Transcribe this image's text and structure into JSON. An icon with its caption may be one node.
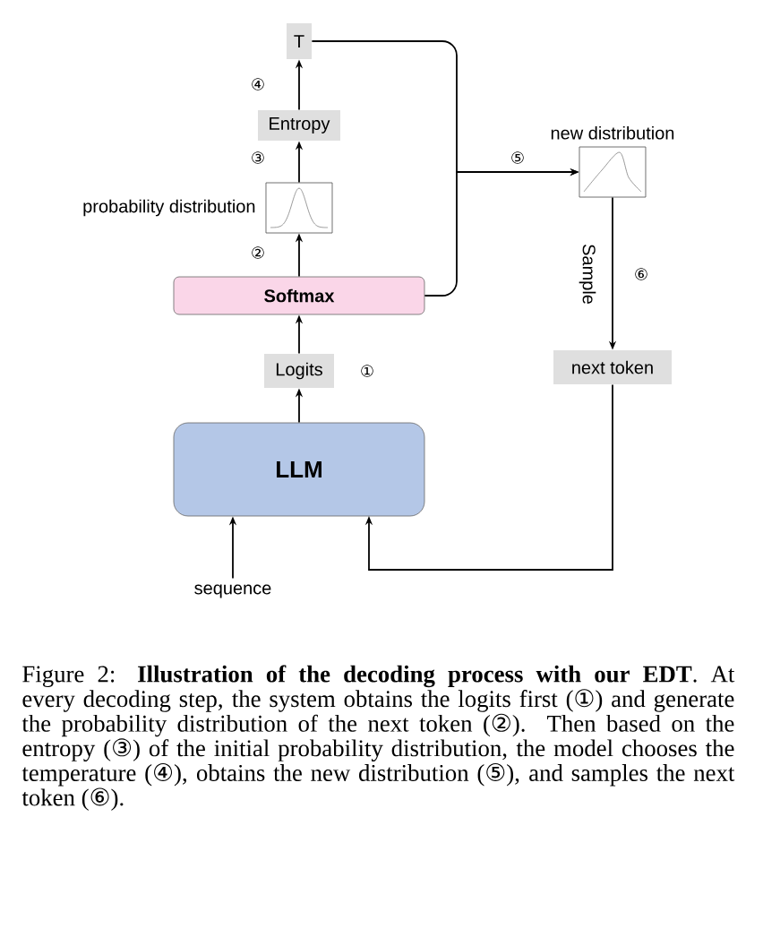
{
  "diagram": {
    "caption": "Figure 2: **Illustration of the decoding process with our EDT**. At every decoding step, the system obtains the logits first (①) and generate the probability distribution of the next token (②). Then based on the entropy (③) of the initial probability distribution, the model chooses the temperature (④), obtains the new distribution (⑤), and samples the next token (⑥).",
    "nodes": [
      {
        "text": [
          "T"
        ]
      },
      {
        "text": [
          "Entropy"
        ]
      },
      {
        "text": [],
        "shape": "box",
        "beside": [
          "probability distribution"
        ]
      },
      {
        "text": [
          "Softmax"
        ]
      },
      {
        "text": [
          "Logits"
        ],
        "beside": [
          "①"
        ]
      },
      {
        "text": [
          "LLM"
        ]
      },
      {
        "text": [
          "sequence"
        ]
      },
      {
        "text": [],
        "shape": "box",
        "beside": [
          "new distribution"
        ]
      },
      {
        "text": [
          "next token"
        ]
      }
    ],
    "edges": [
      {
        "from": 5,
        "to": 4,
        "arrow": "to"
      },
      {
        "from": 4,
        "to": 3,
        "arrow": "to"
      },
      {
        "from": 3,
        "to": 2,
        "arrow": "to",
        "label": "②"
      },
      {
        "from": 2,
        "to": 1,
        "arrow": "to",
        "label": "③"
      },
      {
        "from": 1,
        "to": 0,
        "arrow": "to",
        "label": "④"
      },
      {
        "from": 0,
        "to": 7,
        "arrow": "to",
        "label": "⑤"
      },
      {
        "from": 3,
        "to": 7,
        "arrow": "to"
      },
      {
        "from": 7,
        "to": 8,
        "arrow": "to",
        "label": "Sample"
      },
      {
        "from": 8,
        "to": 5,
        "arrow": "to"
      },
      {
        "from": 6,
        "to": 5,
        "arrow": "to"
      }
    ],
    "labels": [
      "⑥"
    ]
  }
}
